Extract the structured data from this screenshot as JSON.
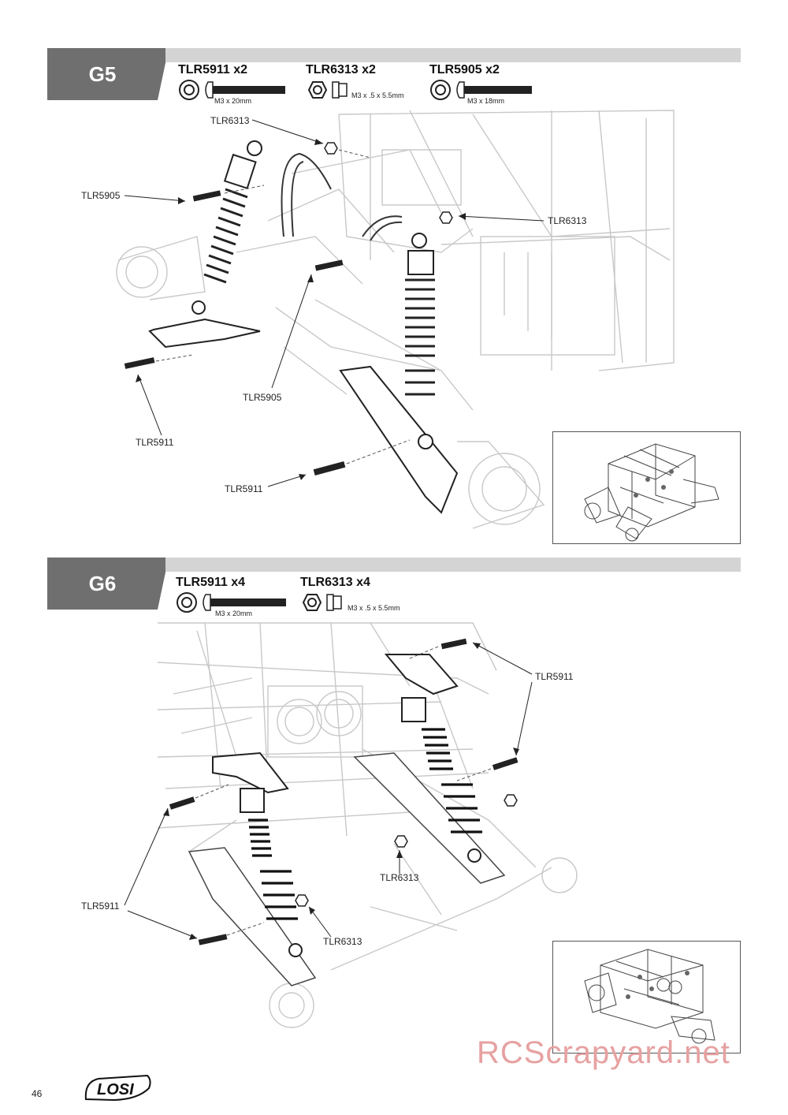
{
  "steps": [
    {
      "id": "G5",
      "parts": [
        {
          "name": "TLR5911 x2",
          "spec": "M3 x 20mm",
          "icon": "washer-and-button-head-screw-icon"
        },
        {
          "name": "TLR6313 x2",
          "spec": "M3 x .5 x 5.5mm",
          "icon": "lock-nut-icon"
        },
        {
          "name": "TLR5905 x2",
          "spec": "M3 x 18mm",
          "icon": "washer-and-button-head-screw-icon"
        }
      ],
      "callouts": [
        "TLR6313",
        "TLR5905",
        "TLR6313",
        "TLR5905",
        "TLR5911",
        "TLR5911"
      ]
    },
    {
      "id": "G6",
      "parts": [
        {
          "name": "TLR5911 x4",
          "spec": "M3 x 20mm",
          "icon": "washer-and-button-head-screw-icon"
        },
        {
          "name": "TLR6313 x4",
          "spec": "M3 x .5 x 5.5mm",
          "icon": "lock-nut-icon"
        }
      ],
      "callouts": [
        "TLR5911",
        "TLR6313",
        "TLR5911",
        "TLR6313"
      ]
    }
  ],
  "footer": {
    "page_number": "46",
    "logo_text": "LOSI",
    "watermark": "RCScrapyard.net"
  }
}
